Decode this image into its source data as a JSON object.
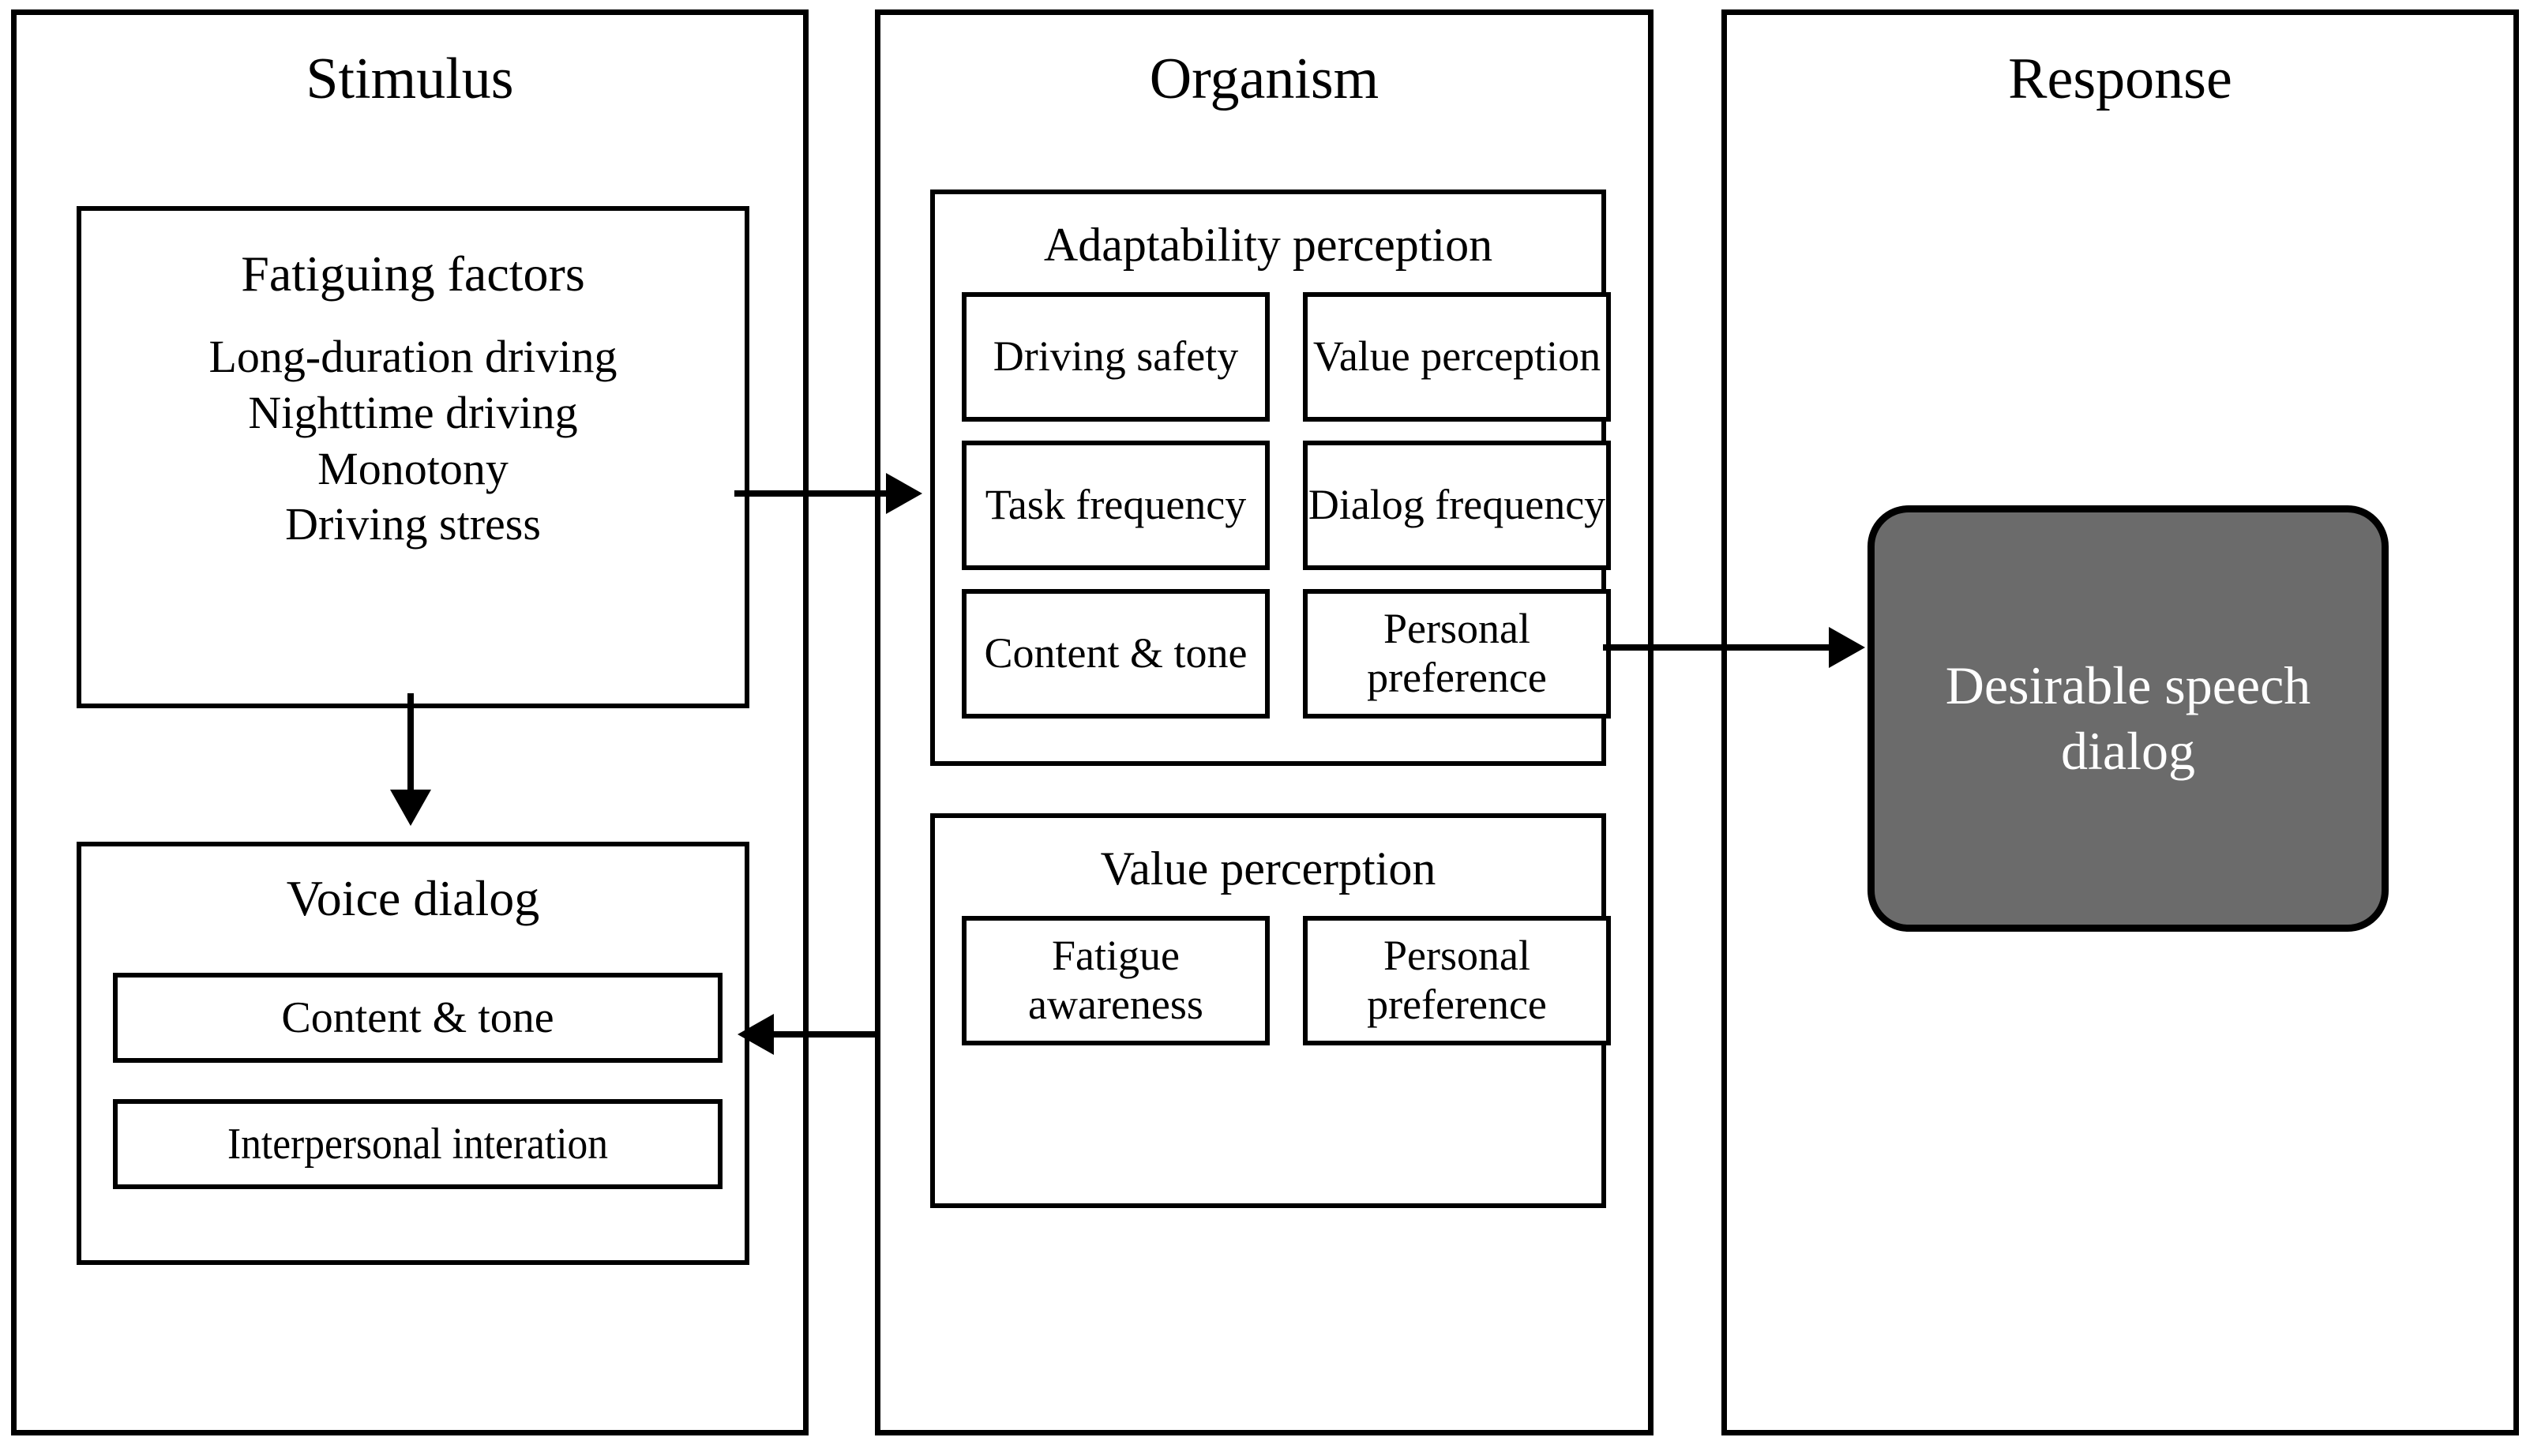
{
  "diagram": {
    "panels": [
      {
        "id": "stimulus",
        "title": "Stimulus"
      },
      {
        "id": "organism",
        "title": "Organism"
      },
      {
        "id": "response",
        "title": "Response"
      }
    ],
    "stimulus": {
      "fatiguing_factors": {
        "heading": "Fatiguing factors",
        "items": [
          "Long-duration driving",
          "Nighttime driving",
          "Monotony",
          "Driving stress"
        ]
      },
      "voice_dialog": {
        "heading": "Voice dialog",
        "items": [
          "Content & tone",
          "Interpersonal interation"
        ]
      }
    },
    "organism": {
      "adaptability_perception": {
        "heading": "Adaptability perception",
        "cells": [
          "Driving safety",
          "Value perception",
          "Task frequency",
          "Dialog frequency",
          "Content & tone",
          "Personal preference"
        ]
      },
      "value_perception": {
        "heading": "Value percerption",
        "cells": [
          "Fatigue awareness",
          "Personal preference"
        ]
      }
    },
    "response": {
      "outcome_node": {
        "label": "Desirable speech dialog",
        "fill_color": "#6b6b6b",
        "text_color": "#ffffff",
        "border_color": "#000000"
      }
    },
    "connectors": [
      {
        "name": "stimulus-to-organism",
        "direction": "right"
      },
      {
        "name": "fatiguing-to-voice-dialog",
        "direction": "down"
      },
      {
        "name": "organism-to-response",
        "direction": "right"
      },
      {
        "name": "organism-to-voice-dialog-feedback",
        "direction": "left"
      }
    ],
    "colors": {
      "line": "#000000",
      "background": "#ffffff",
      "node_fill": "#6b6b6b"
    }
  }
}
